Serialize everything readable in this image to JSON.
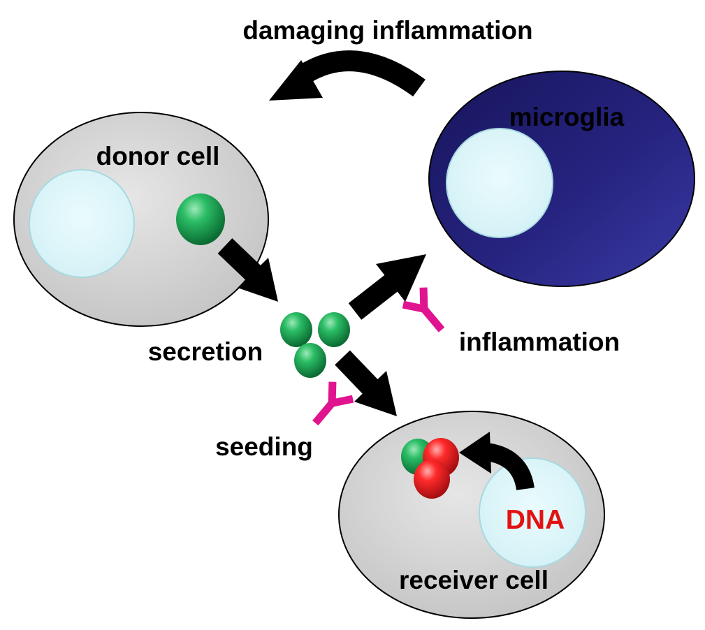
{
  "labels": {
    "top_arrow": "damaging inflammation",
    "donor": "donor cell",
    "microglia": "microglia",
    "secretion": "secretion",
    "inflammation": "inflammation",
    "seeding": "seeding",
    "dna": "DNA",
    "receiver": "receiver cell"
  },
  "colors": {
    "cell_gray": "#d4d4d4",
    "nucleus": "#dff7fb",
    "nucleus_border": "#a7d9df",
    "microglia_dark": "#1b1a6c",
    "microglia_light": "#3a3aa4",
    "protein_green": "#119a4b",
    "protein_red": "#e0141c",
    "antibody": "#e0148f",
    "arrow": "#000000",
    "dna_text": "#e31212"
  },
  "icons": {
    "antibody": "antibody-icon",
    "protein": "protein-sphere-icon"
  }
}
